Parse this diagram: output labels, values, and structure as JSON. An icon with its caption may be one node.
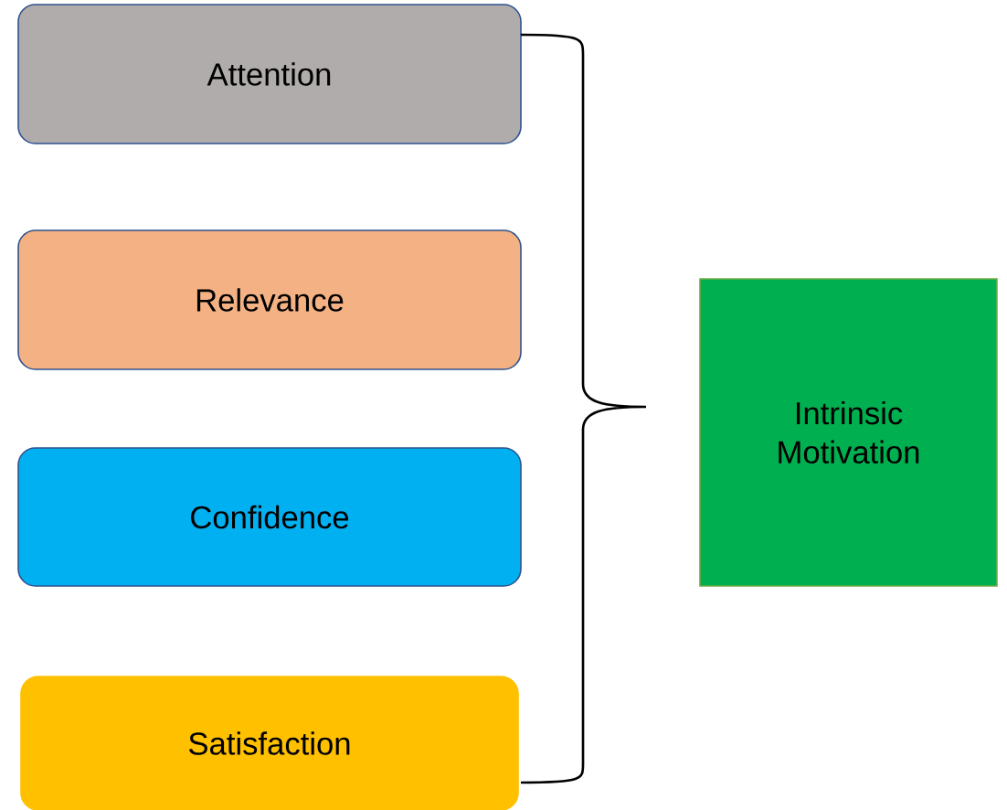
{
  "diagram": {
    "nodes": [
      {
        "text": [
          "Attention"
        ]
      },
      {
        "text": [
          "Relevance"
        ]
      },
      {
        "text": [
          "Confidence"
        ]
      },
      {
        "text": [
          "Satisfaction"
        ]
      },
      {
        "text": [
          "Intrinsic Motivation"
        ]
      }
    ]
  }
}
